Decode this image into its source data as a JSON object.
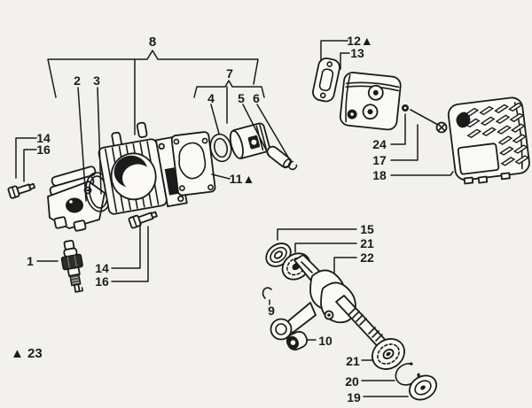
{
  "colors": {
    "bg": "#f2f1ed",
    "paper": "#faf9f6",
    "ink": "#1b1b1b"
  },
  "labels": {
    "part1": "1",
    "part2": "2",
    "part3": "3",
    "part4": "4",
    "part5": "5",
    "part6": "6",
    "part7": "7",
    "part8": "8",
    "part9": "9",
    "part10": "10",
    "part11": "11▲",
    "part12": "12▲",
    "part13": "13",
    "part14_left": "14",
    "part16_left": "16",
    "part14_mid": "14",
    "part16_mid": "16",
    "part15": "15",
    "part17": "17",
    "part18": "18",
    "part19": "19",
    "part20": "20",
    "part21_top": "21",
    "part21_bottom": "21",
    "part22": "22",
    "part24": "24",
    "note23": "▲ 23"
  }
}
